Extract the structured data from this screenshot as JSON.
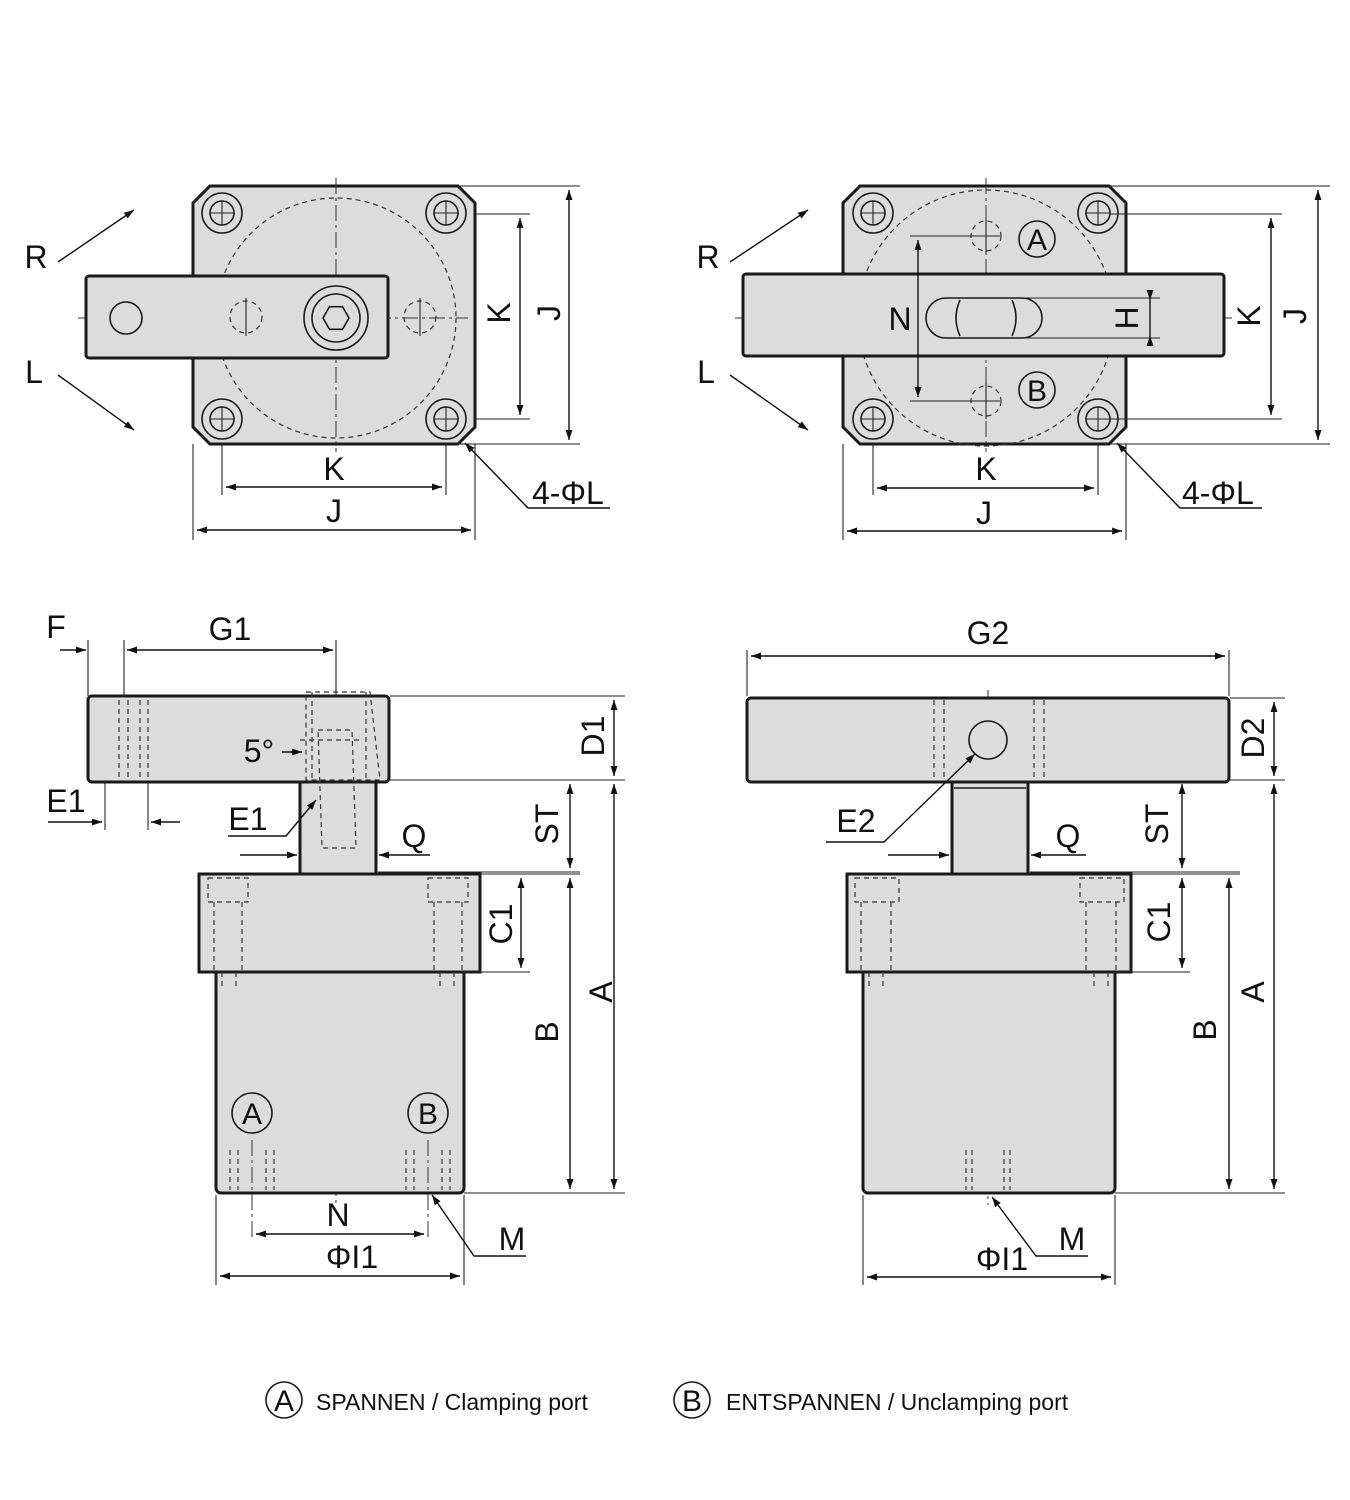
{
  "labels": {
    "R": "R",
    "L": "L",
    "K": "K",
    "J": "J",
    "N": "N",
    "H": "H",
    "hole": "4-ΦL",
    "port_a": "A",
    "port_b": "B",
    "F": "F",
    "G1": "G1",
    "G2": "G2",
    "D1": "D1",
    "D2": "D2",
    "E1": "E1",
    "E2": "E2",
    "angle": "5°",
    "Q": "Q",
    "ST": "ST",
    "C1": "C1",
    "A": "A",
    "B": "B",
    "M": "M",
    "I1": "ΦI1"
  },
  "legend": {
    "clamping": "SPANNEN / Clamping port",
    "unclamping": "ENTSPANNEN / Unclamping port"
  }
}
